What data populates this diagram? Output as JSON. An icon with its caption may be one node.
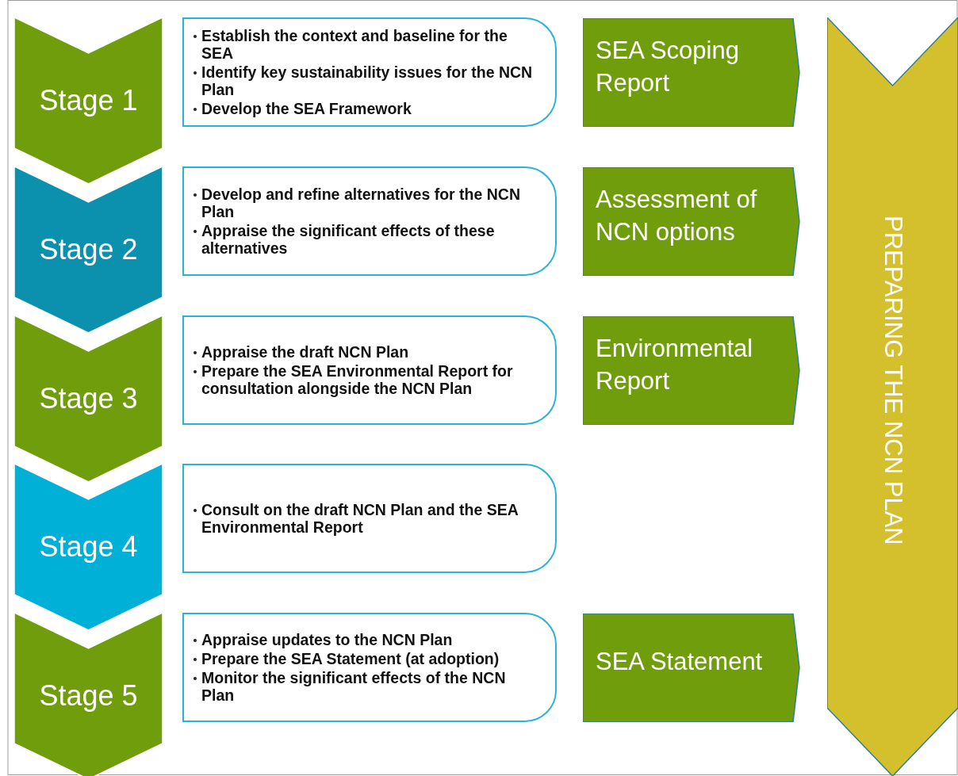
{
  "diagram": {
    "nodes": [
      {
        "text": [
          "Stage 1"
        ]
      },
      {
        "text": [
          "Establish the context and baseline for the SEA",
          "Identify key sustainability issues for the NCN Plan",
          "Develop the SEA Framework"
        ]
      },
      {
        "text": [
          "SEA Scoping Report"
        ]
      },
      {
        "text": [
          "Stage 2"
        ]
      },
      {
        "text": [
          "Develop and refine alternatives for the NCN Plan",
          "Appraise the significant effects of these alternatives"
        ]
      },
      {
        "text": [
          "Assessment of NCN options"
        ]
      },
      {
        "text": [
          "Stage 3"
        ]
      },
      {
        "text": [
          "Appraise the draft NCN Plan",
          "Prepare the SEA Environmental Report for consultation alongside the NCN Plan"
        ]
      },
      {
        "text": [
          "Environmental Report"
        ]
      },
      {
        "text": [
          "Stage 4"
        ]
      },
      {
        "text": [
          "Consult on the draft NCN Plan and the SEA Environmental Report"
        ]
      },
      {
        "text": [
          "Stage 5"
        ]
      },
      {
        "text": [
          "Appraise updates to the NCN Plan",
          "Prepare the SEA Statement (at adoption)",
          "Monitor the significant effects of the NCN Plan"
        ]
      },
      {
        "text": [
          "SEA Statement"
        ]
      },
      {
        "text": [
          "PREPARING THE NCN PLAN"
        ]
      }
    ],
    "edges": []
  }
}
